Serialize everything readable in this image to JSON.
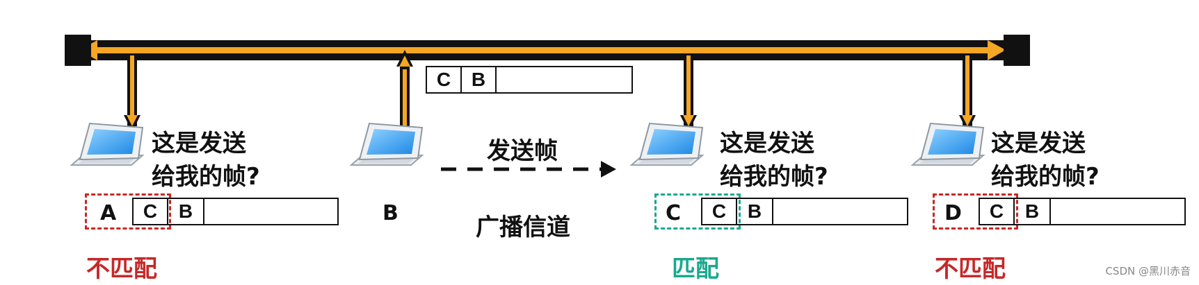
{
  "colors": {
    "bus": "#f5a623",
    "mismatch": "#c62828",
    "match": "#1aa88f",
    "ink": "#111111"
  },
  "sender": {
    "label": "B",
    "frame": {
      "dst": "C",
      "src": "B"
    },
    "send_label": "发送帧",
    "channel_label": "广播信道"
  },
  "receivers": [
    {
      "question": [
        "这是发送",
        "给我的帧?"
      ],
      "own_addr": "A",
      "frame": {
        "dst": "C",
        "src": "B"
      },
      "status": "不匹配"
    },
    {
      "question": [
        "这是发送",
        "给我的帧?"
      ],
      "own_addr": "C",
      "frame": {
        "dst": "C",
        "src": "B"
      },
      "status": "匹配"
    },
    {
      "question": [
        "这是发送",
        "给我的帧?"
      ],
      "own_addr": "D",
      "frame": {
        "dst": "C",
        "src": "B"
      },
      "status": "不匹配"
    }
  ],
  "watermark": "CSDN @黑川赤音"
}
